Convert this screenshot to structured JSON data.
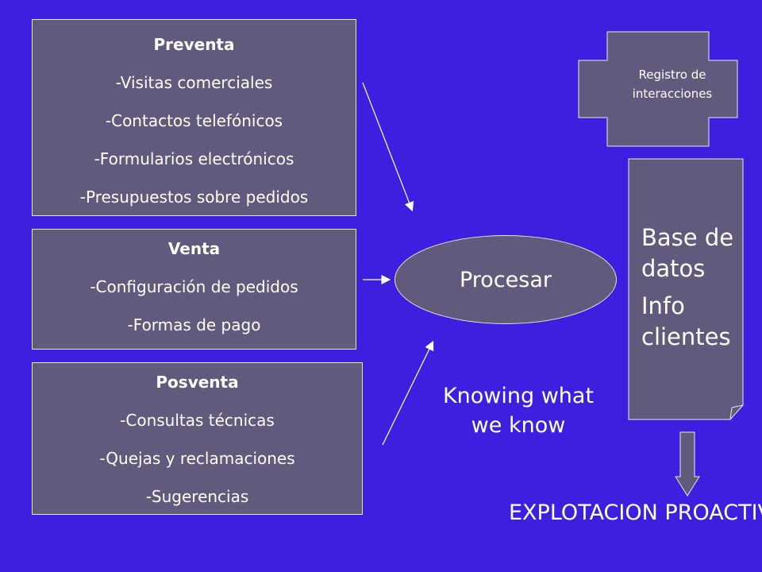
{
  "preventa": {
    "title": "Preventa",
    "items": [
      "-Visitas comerciales",
      "-Contactos telefónicos",
      "-Formularios electrónicos",
      "-Presupuestos sobre pedidos"
    ]
  },
  "venta": {
    "title": "Venta",
    "items": [
      "-Configuración de pedidos",
      "-Formas de pago"
    ]
  },
  "posventa": {
    "title": "Posventa",
    "items": [
      "-Consultas técnicas",
      "-Quejas y reclamaciones",
      "-Sugerencias"
    ]
  },
  "procesar": "Procesar",
  "knowing": {
    "line1": "Knowing what",
    "line2": "we know"
  },
  "registro": {
    "line1": "Registro de",
    "line2": "interacciones"
  },
  "database": {
    "line1": "Base de",
    "line2": "datos",
    "line3": "Info",
    "line4": "clientes"
  },
  "explotacion": "EXPLOTACION PROACTIVA",
  "colors": {
    "background": "#3d1fe0",
    "box_fill": "#615a7c",
    "stroke": "#e8e8e8",
    "text": "#ffffff"
  }
}
